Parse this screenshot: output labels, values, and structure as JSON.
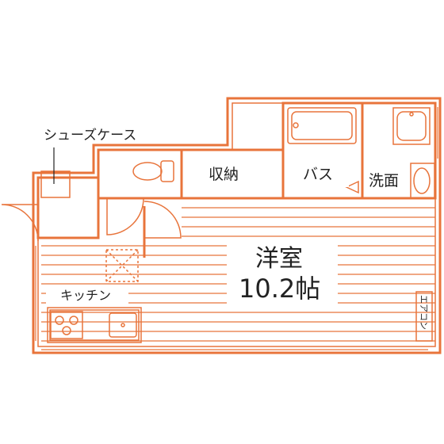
{
  "colors": {
    "wall": "#e8743b",
    "wall_fill": "#f4b183",
    "floor_line": "#e8743b",
    "text": "#222222",
    "background": "#ffffff"
  },
  "labels": {
    "shoe_case": "シューズケース",
    "storage": "収納",
    "bath": "バス",
    "washroom": "洗面",
    "western_room": "洋室",
    "room_size": "10.2帖",
    "kitchen": "キッチン",
    "aircon": "エアコン"
  },
  "fixtures": [
    {
      "name": "toilet-icon"
    },
    {
      "name": "bathtub-icon"
    },
    {
      "name": "washing-machine-icon"
    },
    {
      "name": "wash-basin-icon"
    },
    {
      "name": "gas-stove-icon"
    },
    {
      "name": "kitchen-sink-icon"
    },
    {
      "name": "ceiling-hatch-icon"
    }
  ]
}
